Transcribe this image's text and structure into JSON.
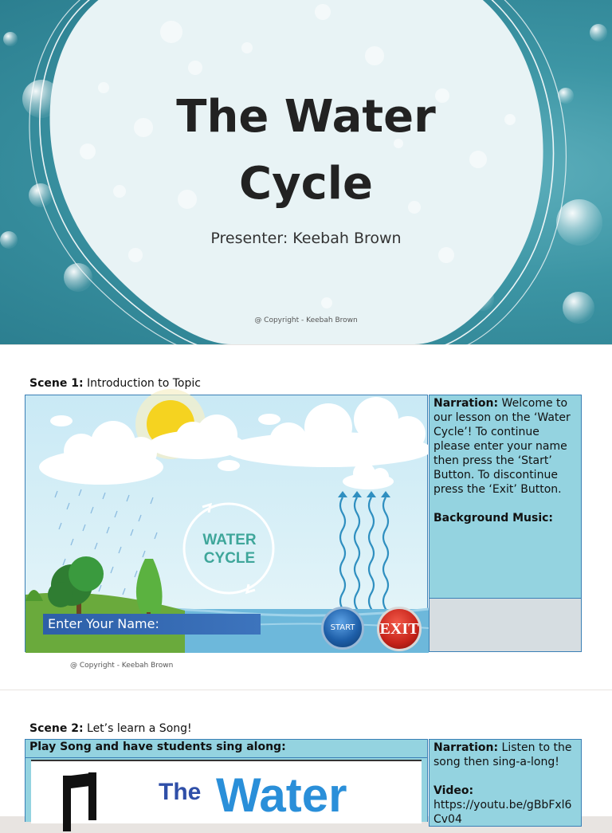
{
  "title_slide": {
    "title_line1": "The Water",
    "title_line2": "Cycle",
    "presenter": "Presenter: Keebah Brown",
    "copyright": "@ Copyright - Keebah Brown"
  },
  "scene1": {
    "label_bold": "Scene 1:",
    "label_text": " Introduction to Topic",
    "image": {
      "title_line1": "WATER",
      "title_line2": "CYCLE",
      "name_prompt": "Enter Your Name:",
      "start_label": "START",
      "exit_label": "EXIT"
    },
    "narration_label": "Narration:",
    "narration_text": " Welcome to our lesson on the ‘Water Cycle’! To continue please enter your name then press the ‘Start’ Button. To discontinue press the ‘Exit’ Button.",
    "music_label": "Background Music:",
    "copyright": "@ Copyright - Keebah Brown"
  },
  "scene2": {
    "label_bold": "Scene 2:",
    "label_text": " Let’s learn a Song!",
    "header": "Play Song and have students sing along:",
    "image": {
      "word1": "The",
      "word2": "Water"
    },
    "narration_label": "Narration:",
    "narration_text": " Listen to the song then sing-a-long!",
    "video_label": "Video:",
    "video_url": "https://youtu.be/gBbFxl6Cv04"
  },
  "colors": {
    "slide_teal": "#3c95a4",
    "table_cell": "#94d3e0",
    "table_border": "#3a7fb5",
    "name_bar": "#2d5fa8",
    "start_blue": "#1e5fa9",
    "exit_red": "#c6231a"
  }
}
